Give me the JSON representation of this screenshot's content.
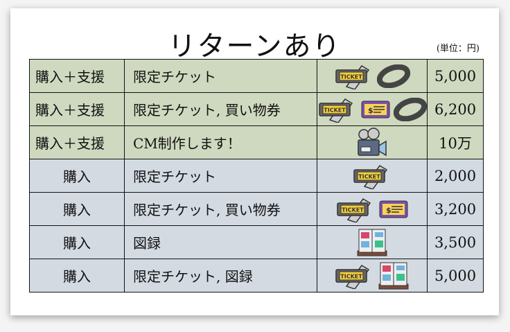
{
  "title": "リターンあり",
  "unit": "(単位：円)",
  "rows": [
    {
      "type": "購入＋支援",
      "item": "限定チケット",
      "icons": [
        "ticket-icon",
        "tire-ring-icon"
      ],
      "price": "5,000",
      "group": "support"
    },
    {
      "type": "購入＋支援",
      "item": "限定チケット, 買い物券",
      "icons": [
        "ticket-icon",
        "voucher-icon",
        "tire-ring-icon"
      ],
      "price": "6,200",
      "group": "support"
    },
    {
      "type": "購入＋支援",
      "item": "CM制作します！",
      "icons": [
        "video-camera-icon"
      ],
      "price": "10万",
      "group": "support"
    },
    {
      "type": "購入",
      "item": "限定チケット",
      "icons": [
        "ticket-icon"
      ],
      "price": "2,000",
      "group": "buy"
    },
    {
      "type": "購入",
      "item": "限定チケット, 買い物券",
      "icons": [
        "ticket-icon",
        "voucher-icon"
      ],
      "price": "3,200",
      "group": "buy"
    },
    {
      "type": "購入",
      "item": "図録",
      "icons": [
        "catalog-book-icon"
      ],
      "price": "3,500",
      "group": "buy"
    },
    {
      "type": "購入",
      "item": "限定チケット, 図録",
      "icons": [
        "ticket-icon",
        "catalog-book-icon"
      ],
      "price": "5,000",
      "group": "buy"
    }
  ],
  "colors": {
    "support_row": "#cfd9bf",
    "buy_row": "#d3dae2"
  },
  "icon_text": {
    "ticket": "TICKET"
  }
}
